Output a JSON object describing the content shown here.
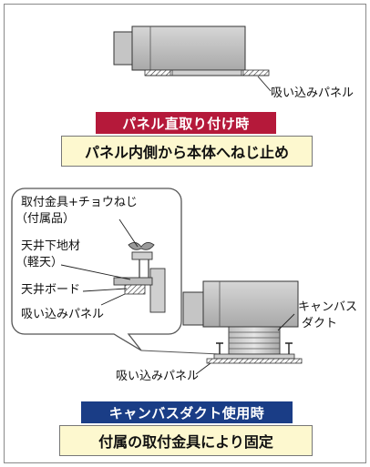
{
  "colors": {
    "title_red": "#b5193a",
    "title_blue": "#1a3d86",
    "caption_fill": "#fdf8cf",
    "unit_gray": "#b8b8b8"
  },
  "top_section": {
    "callout_panel": "吸い込みパネル",
    "title": "パネル直取り付け時",
    "caption": "パネル内側から本体へねじ止め"
  },
  "bottom_section": {
    "detail_labels": {
      "fitting_line1": "取付金具+チョウねじ",
      "fitting_line2": "（付属品）",
      "base_line1": "天井下地材",
      "base_line2": "（軽天）",
      "board": "天井ボード",
      "panel": "吸い込みパネル"
    },
    "canvas_duct_line1": "キャンバス",
    "canvas_duct_line2": "ダクト",
    "callout_panel": "吸い込みパネル",
    "title": "キャンバスダクト使用時",
    "caption": "付属の取付金具により固定"
  }
}
